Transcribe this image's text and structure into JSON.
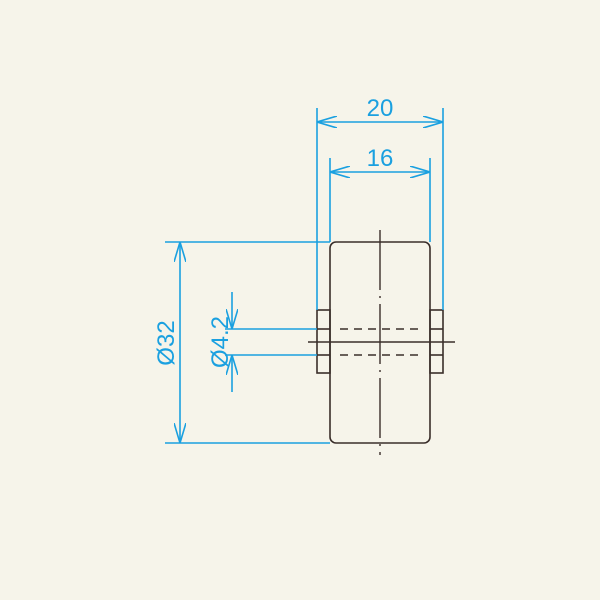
{
  "drawing": {
    "title": "Caster wheel dimension drawing",
    "background_color": "#f6f4ea",
    "dimension_color": "#1aa0e0",
    "outline_color": "#3a2e2a",
    "units": "mm"
  },
  "dimensions": {
    "overall_width": {
      "label": "20",
      "value": 20
    },
    "wheel_width": {
      "label": "16",
      "value": 16
    },
    "wheel_diameter": {
      "label": "Ø32",
      "value": 32
    },
    "bore_diameter": {
      "label": "Ø4.2",
      "value": 4.2
    }
  }
}
